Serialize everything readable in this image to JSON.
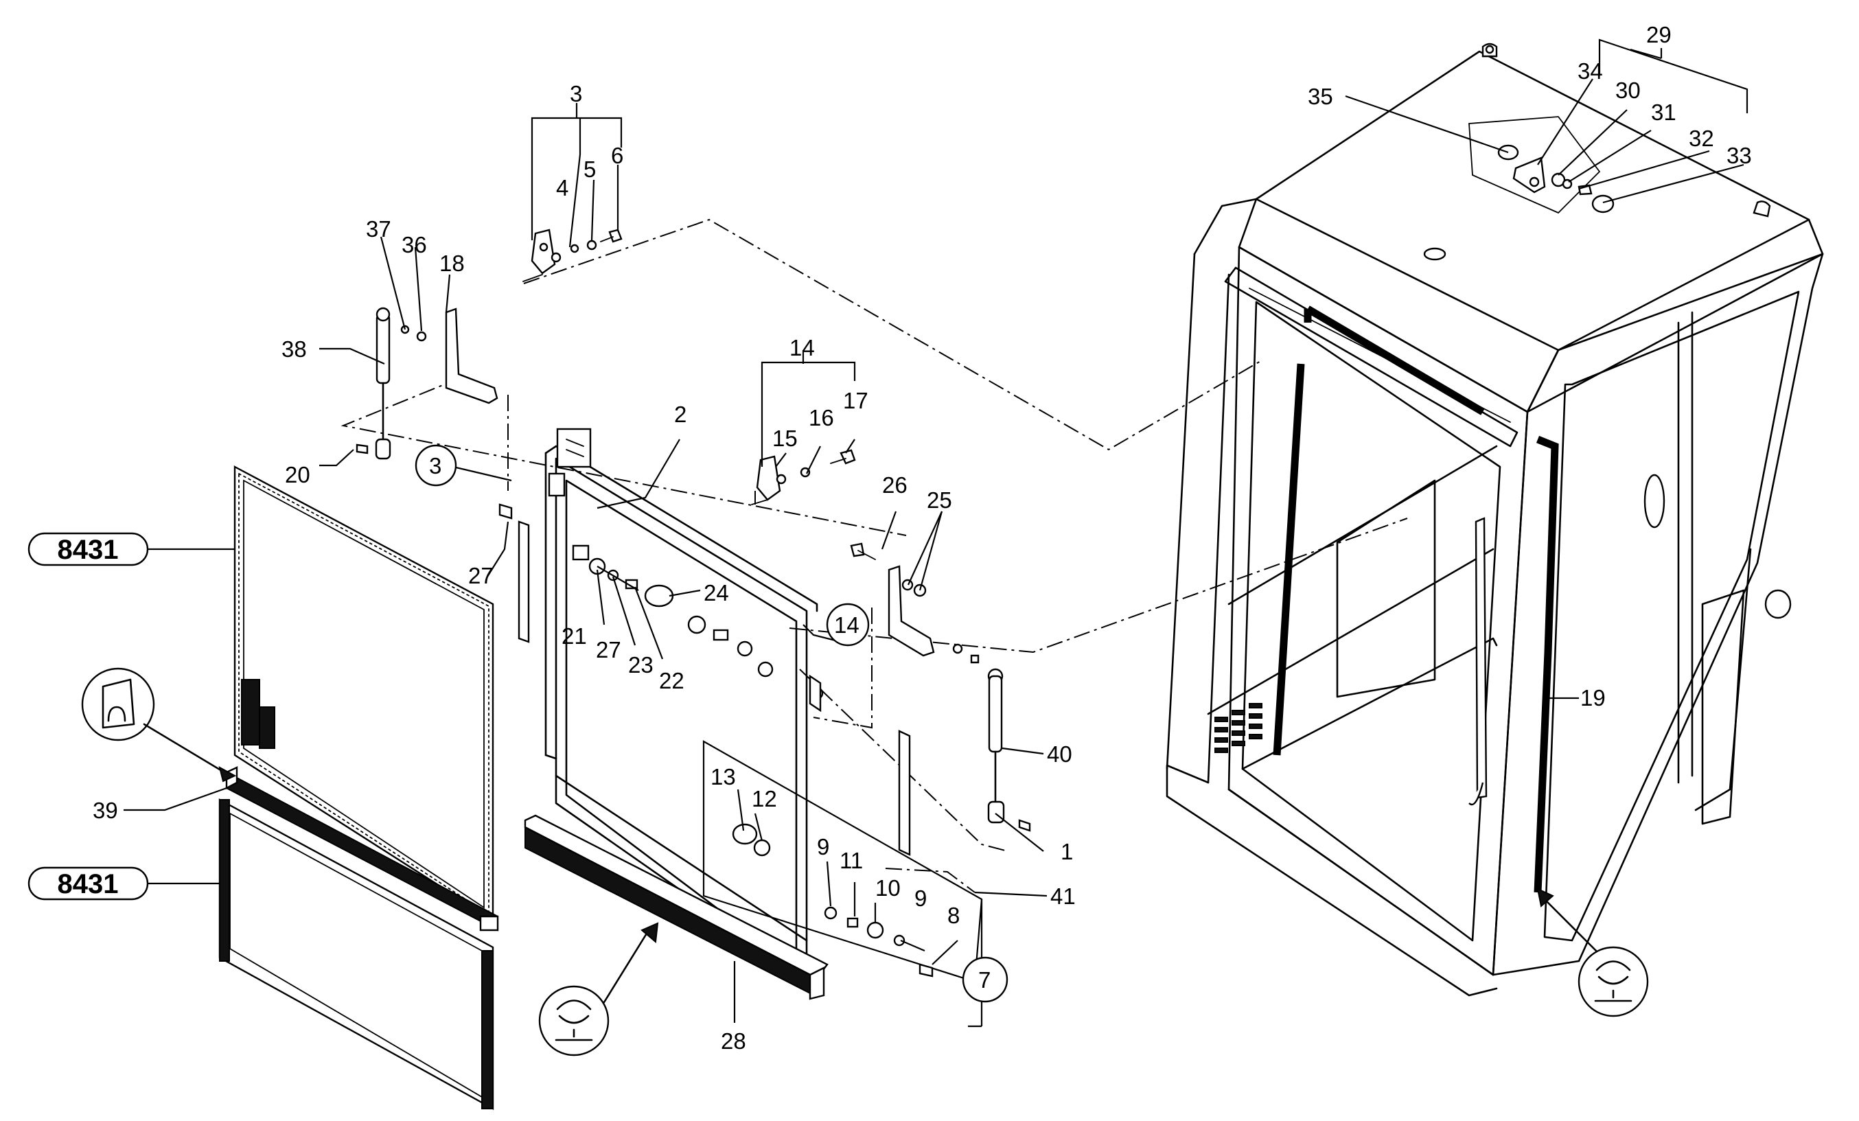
{
  "references": {
    "group_ref_1": "8431",
    "group_ref_2": "8431"
  },
  "callouts": [
    {
      "id": "c1",
      "text": "1"
    },
    {
      "id": "c2",
      "text": "2"
    },
    {
      "id": "c3a",
      "text": "3"
    },
    {
      "id": "c3b",
      "text": "3"
    },
    {
      "id": "c4",
      "text": "4"
    },
    {
      "id": "c5",
      "text": "5"
    },
    {
      "id": "c6",
      "text": "6"
    },
    {
      "id": "c7",
      "text": "7"
    },
    {
      "id": "c8",
      "text": "8"
    },
    {
      "id": "c9a",
      "text": "9"
    },
    {
      "id": "c9b",
      "text": "9"
    },
    {
      "id": "c10",
      "text": "10"
    },
    {
      "id": "c11",
      "text": "11"
    },
    {
      "id": "c12",
      "text": "12"
    },
    {
      "id": "c13",
      "text": "13"
    },
    {
      "id": "c14a",
      "text": "14"
    },
    {
      "id": "c14b",
      "text": "14"
    },
    {
      "id": "c15",
      "text": "15"
    },
    {
      "id": "c16",
      "text": "16"
    },
    {
      "id": "c17",
      "text": "17"
    },
    {
      "id": "c18",
      "text": "18"
    },
    {
      "id": "c19",
      "text": "19"
    },
    {
      "id": "c20",
      "text": "20"
    },
    {
      "id": "c21",
      "text": "21"
    },
    {
      "id": "c22",
      "text": "22"
    },
    {
      "id": "c23",
      "text": "23"
    },
    {
      "id": "c24",
      "text": "24"
    },
    {
      "id": "c25",
      "text": "25"
    },
    {
      "id": "c26",
      "text": "26"
    },
    {
      "id": "c27a",
      "text": "27"
    },
    {
      "id": "c27b",
      "text": "27"
    },
    {
      "id": "c28",
      "text": "28"
    },
    {
      "id": "c29",
      "text": "29"
    },
    {
      "id": "c30",
      "text": "30"
    },
    {
      "id": "c31",
      "text": "31"
    },
    {
      "id": "c32",
      "text": "32"
    },
    {
      "id": "c33",
      "text": "33"
    },
    {
      "id": "c34",
      "text": "34"
    },
    {
      "id": "c35",
      "text": "35"
    },
    {
      "id": "c36",
      "text": "36"
    },
    {
      "id": "c37",
      "text": "37"
    },
    {
      "id": "c38",
      "text": "38"
    },
    {
      "id": "c39",
      "text": "39"
    },
    {
      "id": "c40",
      "text": "40"
    },
    {
      "id": "c41",
      "text": "41"
    }
  ],
  "symbols": [
    "sealant-symbol",
    "sealant-symbol",
    "seal-profile-detail"
  ]
}
